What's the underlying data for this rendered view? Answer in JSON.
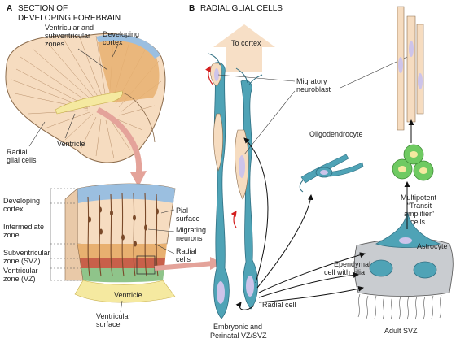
{
  "panel_a": {
    "letter": "A",
    "title_line1": "SECTION OF",
    "title_line2": "DEVELOPING FOREBRAIN",
    "labels": {
      "ventricular_zones_line1": "Ventricular and",
      "ventricular_zones_line2": "subventricular",
      "ventricular_zones_line3": "zones",
      "developing_cortex_top_line1": "Developing",
      "developing_cortex_top_line2": "cortex",
      "radial_glial_line1": "Radial",
      "radial_glial_line2": "glial cells",
      "ventricle_top": "Ventricle",
      "developing_cortex_left_line1": "Developing",
      "developing_cortex_left_line2": "cortex",
      "intermediate_line1": "Intermediate",
      "intermediate_line2": "zone",
      "svz_line1": "Subventricular",
      "svz_line2": "zone (SVZ)",
      "vz_line1": "Ventricular",
      "vz_line2": "zone (VZ)",
      "pial_line1": "Pial",
      "pial_line2": "surface",
      "migrating_line1": "Migrating",
      "migrating_line2": "neurons",
      "radial_cells_line1": "Radial",
      "radial_cells_line2": "cells",
      "ventricle_bottom": "Ventricle",
      "ventricular_surface_line1": "Ventricular",
      "ventricular_surface_line2": "surface"
    }
  },
  "panel_b": {
    "letter": "B",
    "title": "RADIAL GLIAL CELLS",
    "labels": {
      "to_cortex": "To cortex",
      "migratory_line1": "Migratory",
      "migratory_line2": "neuroblast",
      "oligodendrocyte": "Oligodendrocyte",
      "multipotent_line1": "Multipotent",
      "multipotent_line2": "“Transit",
      "multipotent_line3": "amplifier”",
      "multipotent_line4": "cells",
      "astrocyte": "Astrocyte",
      "ependymal_line1": "Ependymal",
      "ependymal_line2": "cell with cilia",
      "radial_cell": "Radial cell",
      "embryonic_line1": "Embryonic and",
      "embryonic_line2": "Perinatal VZ/SVZ",
      "adult_svz": "Adult SVZ"
    }
  },
  "colors": {
    "tissue": "#f6dcc0",
    "tissue_stroke": "#8a6a4a",
    "cortex_blue": "#9bbfe0",
    "zone_orange": "#e8b070",
    "cell_teal": "#4fa3b6",
    "cell_teal_dark": "#2f6f82",
    "nucleus_lavender": "#cdc4ea",
    "arrow_pink": "#e4a39a",
    "green_cells": "#6fca62",
    "ventricle_yellow": "#f5e9a0",
    "grey_ependymal": "#c9ccd0",
    "red_arrow": "#d42020"
  }
}
